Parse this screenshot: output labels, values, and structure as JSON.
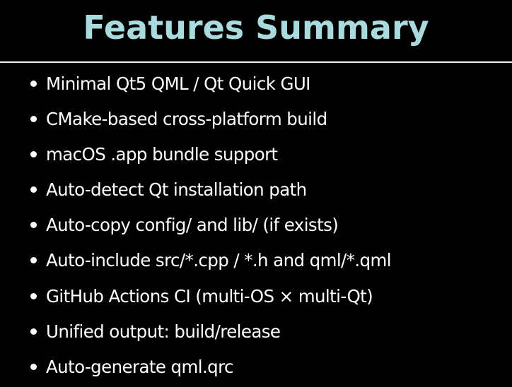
{
  "slide": {
    "title": "Features Summary",
    "title_color": "#a9dadd",
    "background": "#000000",
    "features": [
      "Minimal Qt5 QML / Qt Quick GUI",
      "CMake-based cross-platform build",
      "macOS .app bundle support",
      "Auto-detect Qt installation path",
      "Auto-copy config/ and lib/ (if exists)",
      "Auto-include src/*.cpp / *.h and qml/*.qml",
      "GitHub Actions CI (multi-OS × multi-Qt)",
      "Unified output: build/release",
      "Auto-generate qml.qrc"
    ]
  }
}
